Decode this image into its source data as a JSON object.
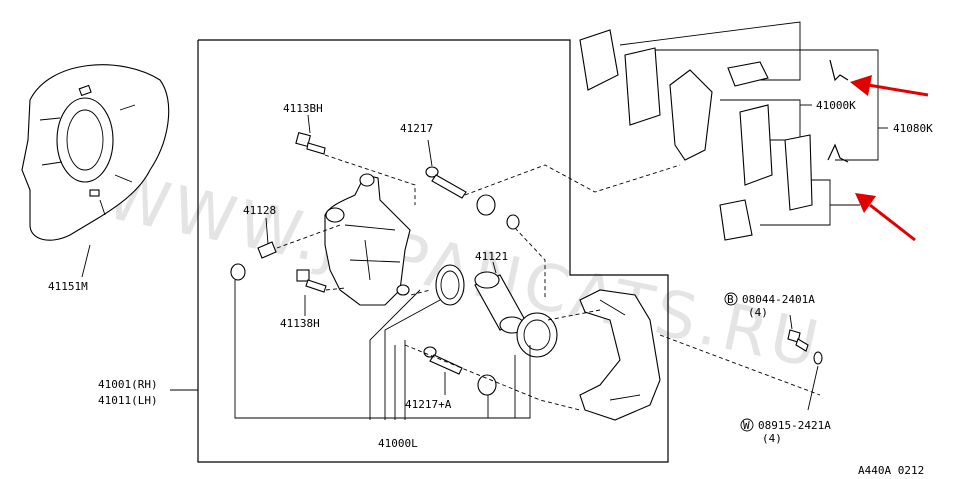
{
  "watermark": "WWW.JAPANCATS.RU",
  "diagram_code": "A440A 0212",
  "labels": {
    "p41151M": "41151M",
    "p41138H_top": "4113BH",
    "p41128": "41128",
    "p41138H_bot": "41138H",
    "p41217": "41217",
    "p41121": "41121",
    "p41217A": "41217+A",
    "p41000L": "41000L",
    "p41001": "41001(RH)",
    "p41011": "41011(LH)",
    "p41000K": "41000K",
    "p41080K": "41080K",
    "bolt_b": "08044-2401A",
    "bolt_b_qty": "(4)",
    "bolt_b_mark": "B",
    "washer_w": "08915-2421A",
    "washer_w_qty": "(4)",
    "washer_w_mark": "W"
  },
  "colors": {
    "line": "#000000",
    "arrow": "#e00000",
    "watermark": "#cfcfcf"
  }
}
